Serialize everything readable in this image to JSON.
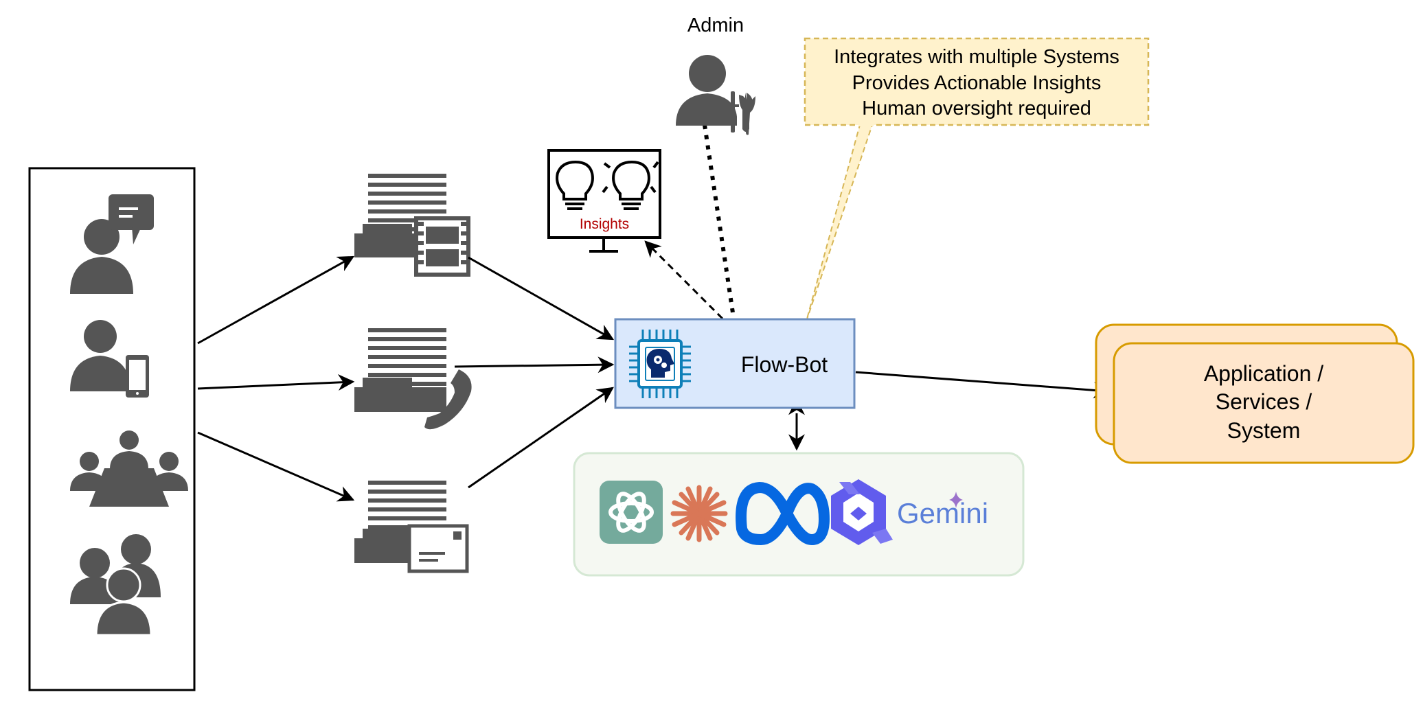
{
  "admin": {
    "label": "Admin"
  },
  "note": {
    "lines": [
      "Integrates with multiple Systems",
      "Provides Actionable Insights",
      "Human oversight required"
    ]
  },
  "insights": {
    "label": "Insights"
  },
  "flowbot": {
    "label": "Flow-Bot"
  },
  "target": {
    "lines": [
      "Application /",
      "Services /",
      "System"
    ]
  },
  "models": {
    "gemini_label": "Gemini",
    "logos": [
      "chatgpt-logo",
      "claude-logo",
      "meta-logo",
      "qwen-logo",
      "gemini-logo"
    ]
  },
  "users": {
    "icons": [
      "chat-user-icon",
      "mobile-user-icon",
      "meeting-icon",
      "group-icon"
    ]
  },
  "channels": {
    "icons": [
      "document-video-icon",
      "document-phone-icon",
      "document-mail-icon"
    ]
  },
  "colors": {
    "icon": "#555555",
    "flowbot_fill": "#dae8fc",
    "flowbot_stroke": "#6c8ebf",
    "note_fill": "#fff2cc",
    "note_stroke": "#d6b656",
    "target_fill": "#ffe6cc",
    "target_stroke": "#d79b00",
    "models_fill": "#f5f8f2",
    "models_stroke": "#d5e8d4",
    "insights_text": "#b20000"
  }
}
